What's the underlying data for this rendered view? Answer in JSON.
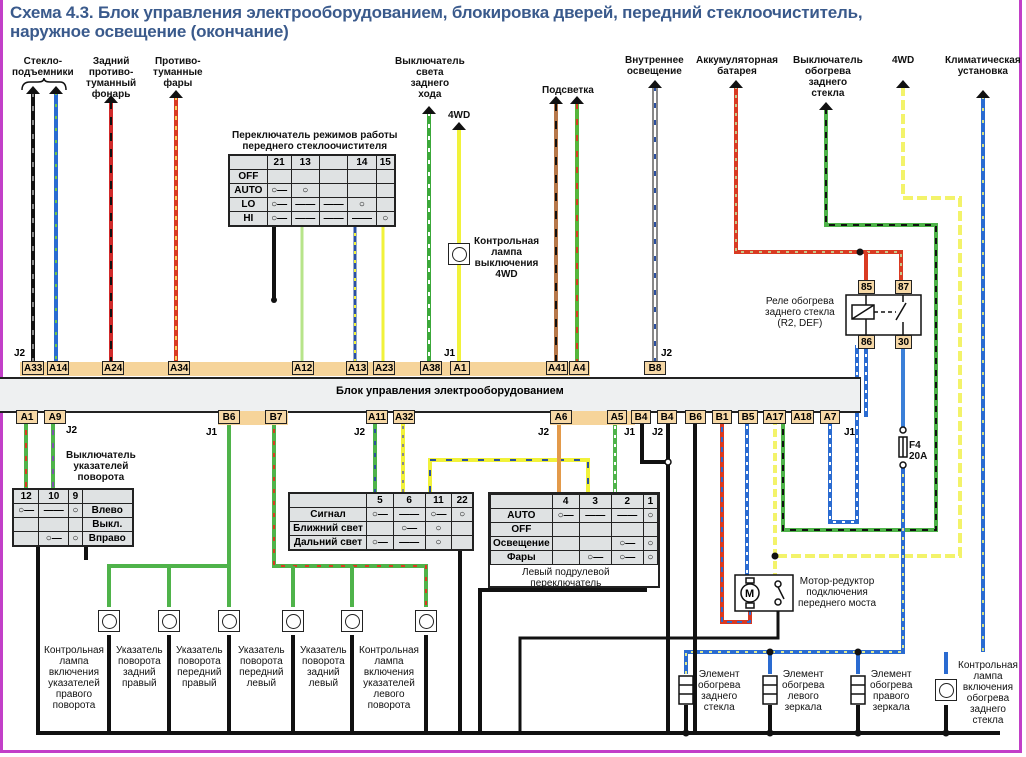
{
  "title": {
    "line1": "Схема 4.3. Блок управления электрооборудованием, блокировка дверей, передний стеклоочиститель,",
    "line2": "наружное освещение (окончание)"
  },
  "top_destinations": {
    "windows": "Стекло-\nподъемники",
    "rear_fog": "Задний\nпротиво-\nтуманный\nфонарь",
    "fog_lamps": "Противо-\nтуманные\nфары",
    "reverse_switch": "Выключатель\nсвета\nзаднего\nхода",
    "fourwd_1": "4WD",
    "backlight": "Подсветка",
    "interior": "Внутреннее\nосвещение",
    "battery": "Аккумуляторная\nбатарея",
    "rear_defog_switch": "Выключатель\nобогрева\nзаднего\nстекла",
    "fourwd_2": "4WD",
    "climate": "Климатическая\nустановка"
  },
  "wiper_switch": {
    "title": "Переключатель режимов работы\nпереднего стеклоочистителя",
    "columns": [
      "",
      "21",
      "13",
      "",
      "14",
      "15"
    ],
    "rows": [
      "OFF",
      "AUTO",
      "LO",
      "HI"
    ]
  },
  "fourwd_lamp": "Контрольная\nлампа\nвыключения\n4WD",
  "relay": {
    "label": "Реле обогрева\nзаднего стекла\n(R2, DEF)",
    "pins": [
      "85",
      "87",
      "86",
      "30"
    ]
  },
  "control_unit": {
    "label": "Блок управления электрооборудованием",
    "top_pins": [
      "A33",
      "A14",
      "A24",
      "A34",
      "A12",
      "A13",
      "A23",
      "A38",
      "A1",
      "A41",
      "A4",
      "B8"
    ],
    "bottom_pins": [
      "A1",
      "A9",
      "B6",
      "B7",
      "A11",
      "A32",
      "A6",
      "A5",
      "B4",
      "B4",
      "B6",
      "B1",
      "B5",
      "A17",
      "A18",
      "A7"
    ],
    "connectors": [
      "J2",
      "J1",
      "J2",
      "J2",
      "J1",
      "J2",
      "J2",
      "J1",
      "J2",
      "J1"
    ]
  },
  "turn_switch": {
    "title": "Выключатель\nуказателей\nповорота",
    "columns": [
      "12",
      "10",
      "9",
      ""
    ],
    "rows": [
      "Влево",
      "Выкл.",
      "Вправо"
    ]
  },
  "light_switch": {
    "columns": [
      "",
      "5",
      "6",
      "11",
      "22"
    ],
    "rows": [
      "Сигнал",
      "Ближний свет",
      "Дальний свет"
    ]
  },
  "left_stalk": {
    "columns": [
      "",
      "4",
      "3",
      "2",
      "1"
    ],
    "rows": [
      "AUTO",
      "OFF",
      "Освещение",
      "Фары"
    ],
    "caption": "Левый подрулевой\nпереключатель"
  },
  "fuse": {
    "name": "F4",
    "rating": "20A"
  },
  "motor": "Мотор-редуктор\nподключения\nпереднего моста",
  "lamps": [
    "Контрольная\nлампа\nвключения\nуказателей\nправого\nповорота",
    "Указатель\nповорота\nзадний\nправый",
    "Указатель\nповорота\nпередний\nправый",
    "Указатель\nповорота\nпередний\nлевый",
    "Указатель\nповорота\nзадний\nлевый",
    "Контрольная\nлампа\nвключения\nуказателей\nлевого\nповорота"
  ],
  "heaters": [
    "Элемент\nобогрева\nзаднего\nстекла",
    "Элемент\nобогрева\nлевого\nзеркала",
    "Элемент\nобогрева\nправого\nзеркала",
    "Контрольная\nлампа\nвключения\nобогрева\nзаднего\nстекла"
  ],
  "colors": {
    "title": "#3a5a8c",
    "frame": "#c23fc8",
    "pin_fill": "#f6d8a6",
    "unit_fill": "#eef0f1"
  }
}
